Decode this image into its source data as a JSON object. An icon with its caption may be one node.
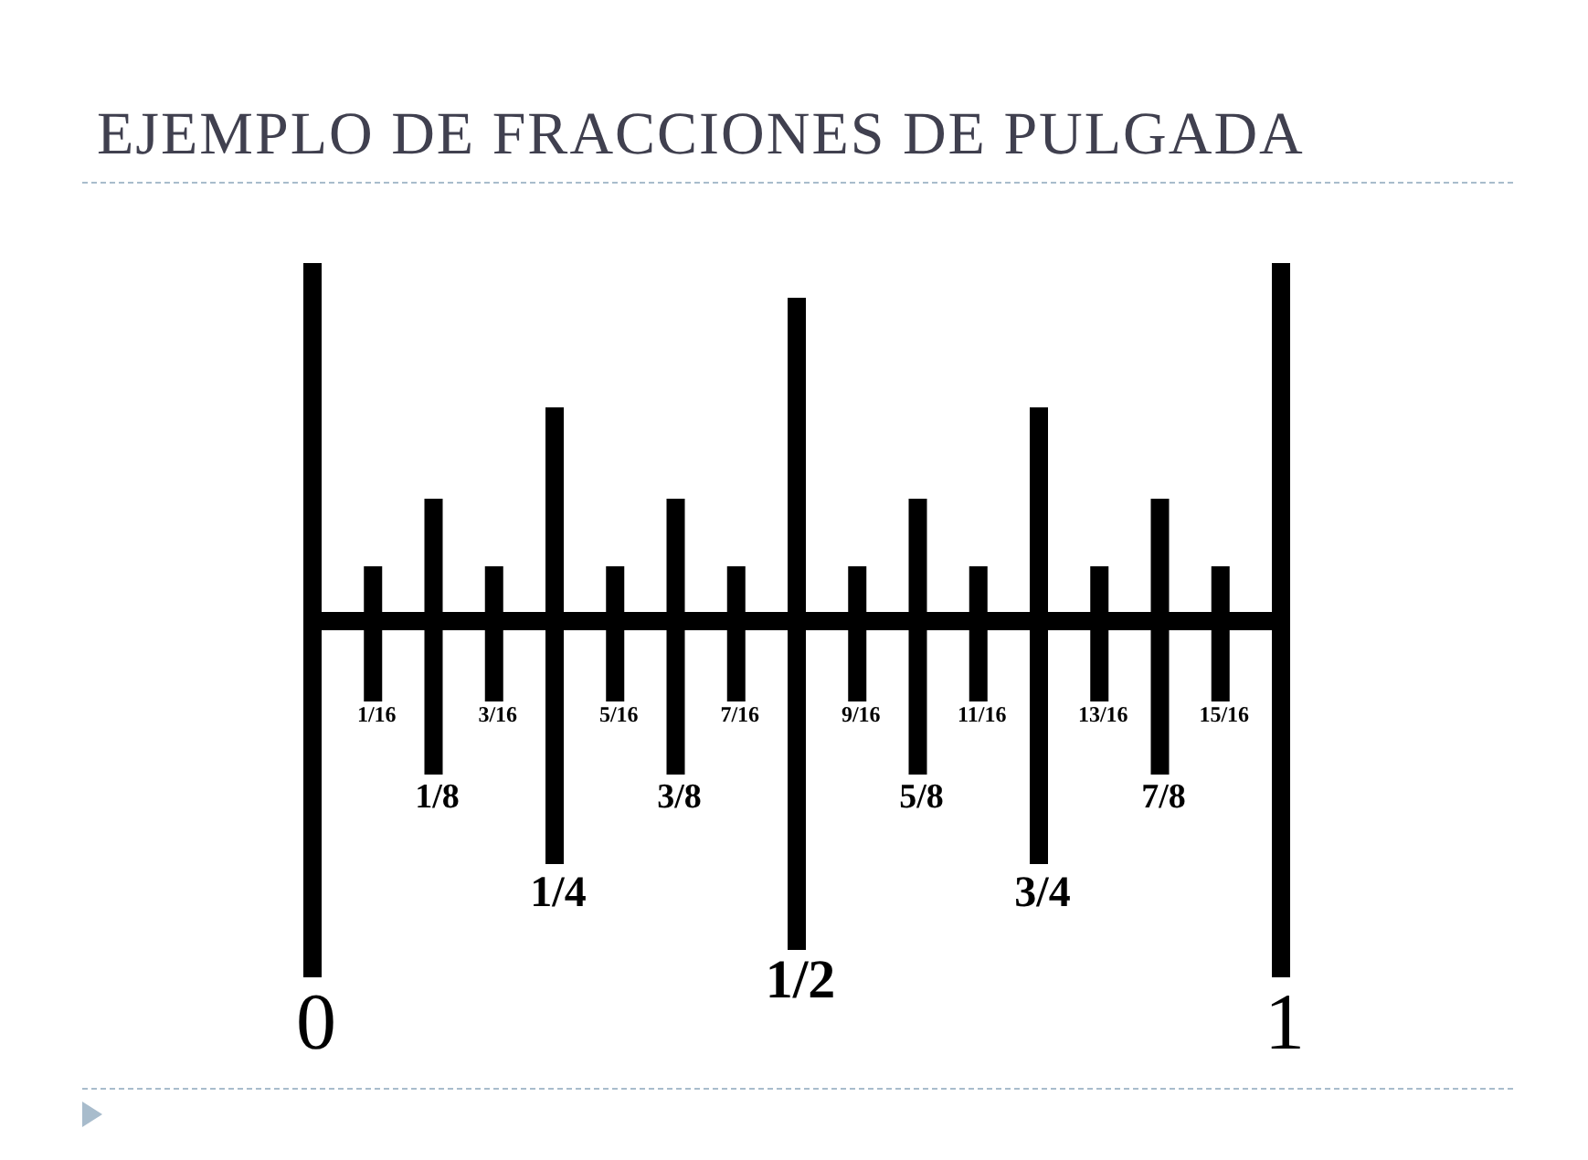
{
  "diagram": {
    "title": "EJEMPLO DE FRACCIONES DE PULGADA",
    "labels": [
      "1/16",
      "3/16",
      "5/16",
      "7/16",
      "9/16",
      "11/16",
      "13/16",
      "15/16",
      "1/8",
      "3/8",
      "5/8",
      "7/8",
      "1/4",
      "3/4",
      "1/2",
      "0",
      "1"
    ]
  }
}
